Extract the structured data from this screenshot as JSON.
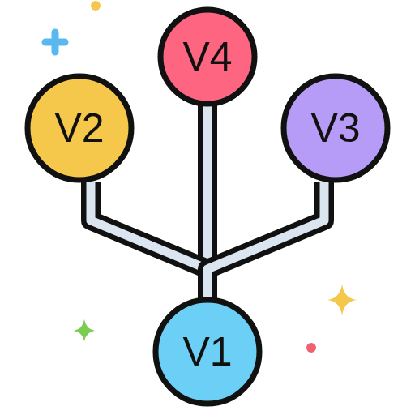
{
  "diagram": {
    "nodes": [
      {
        "text": [
          "V4"
        ]
      },
      {
        "text": [
          "V2"
        ]
      },
      {
        "text": [
          "V3"
        ]
      },
      {
        "text": [
          "V1"
        ]
      }
    ],
    "edges": [
      {
        "from": 3,
        "to": 0,
        "arrow": "none"
      },
      {
        "from": 3,
        "to": 1,
        "arrow": "none"
      },
      {
        "from": 3,
        "to": 2,
        "arrow": "none"
      }
    ]
  }
}
